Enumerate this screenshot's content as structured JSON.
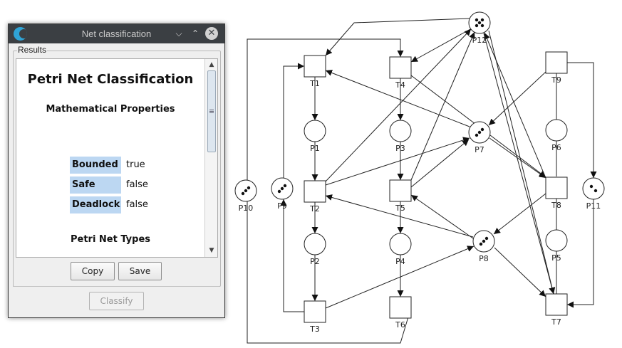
{
  "window": {
    "title": "Net classification",
    "group_label": "Results"
  },
  "report": {
    "heading": "Petri Net Classification",
    "section_properties": "Mathematical Properties",
    "properties": [
      {
        "name": "Bounded",
        "value": "true"
      },
      {
        "name": "Safe",
        "value": "false"
      },
      {
        "name": "Deadlock",
        "value": "false"
      }
    ],
    "section_types": "Petri Net Types"
  },
  "buttons": {
    "copy": "Copy",
    "save": "Save",
    "classify": "Classify"
  },
  "colors": {
    "titlebar": "#3b3f43",
    "property_key_bg": "#bcd7f2"
  },
  "petri_net": {
    "transitions": [
      "T1",
      "T2",
      "T3",
      "T4",
      "T5",
      "T6",
      "T7",
      "T8",
      "T9"
    ],
    "places": [
      {
        "label": "P1",
        "tokens": 0
      },
      {
        "label": "P2",
        "tokens": 0
      },
      {
        "label": "P3",
        "tokens": 0
      },
      {
        "label": "P4",
        "tokens": 0
      },
      {
        "label": "P5",
        "tokens": 0
      },
      {
        "label": "P6",
        "tokens": 0
      },
      {
        "label": "P7",
        "tokens": 3
      },
      {
        "label": "P8",
        "tokens": 3
      },
      {
        "label": "P9",
        "tokens": 3
      },
      {
        "label": "P10",
        "tokens": 3
      },
      {
        "label": "P11",
        "tokens": 2
      },
      {
        "label": "P12",
        "tokens": 5
      }
    ]
  }
}
